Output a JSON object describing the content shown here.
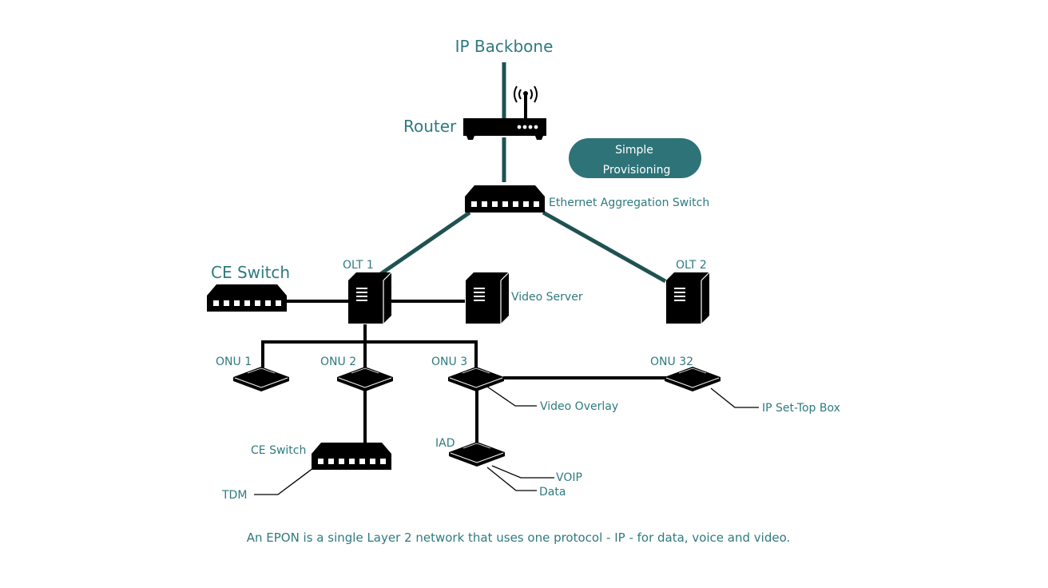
{
  "labels": {
    "ip_backbone": "IP Backbone",
    "router": "Router",
    "provisioning_line1": "Simple",
    "provisioning_line2": "Provisioning",
    "eth_switch": "Ethernet Aggregation Switch",
    "ce_switch_top": "CE Switch",
    "olt1": "OLT 1",
    "olt2": "OLT 2",
    "video_server": "Video Server",
    "onu1": "ONU 1",
    "onu2": "ONU 2",
    "onu3": "ONU 3",
    "onu32": "ONU 32",
    "video_overlay": "Video Overlay",
    "ip_stb": "IP Set-Top Box",
    "iad": "IAD",
    "voip": "VOIP",
    "data": "Data",
    "ce_switch_bottom": "CE Switch",
    "tdm": "TDM"
  },
  "caption": "An EPON is a single Layer 2 network that uses one protocol - IP - for data, voice and video.",
  "colors": {
    "label": "#2e7a7f",
    "bubble": "#2e7378",
    "uplink": "#1f5252",
    "device": "#000000"
  },
  "icons": {
    "router": "router-icon",
    "switch": "switch-icon",
    "server": "server-icon",
    "onu": "onu-icon"
  }
}
